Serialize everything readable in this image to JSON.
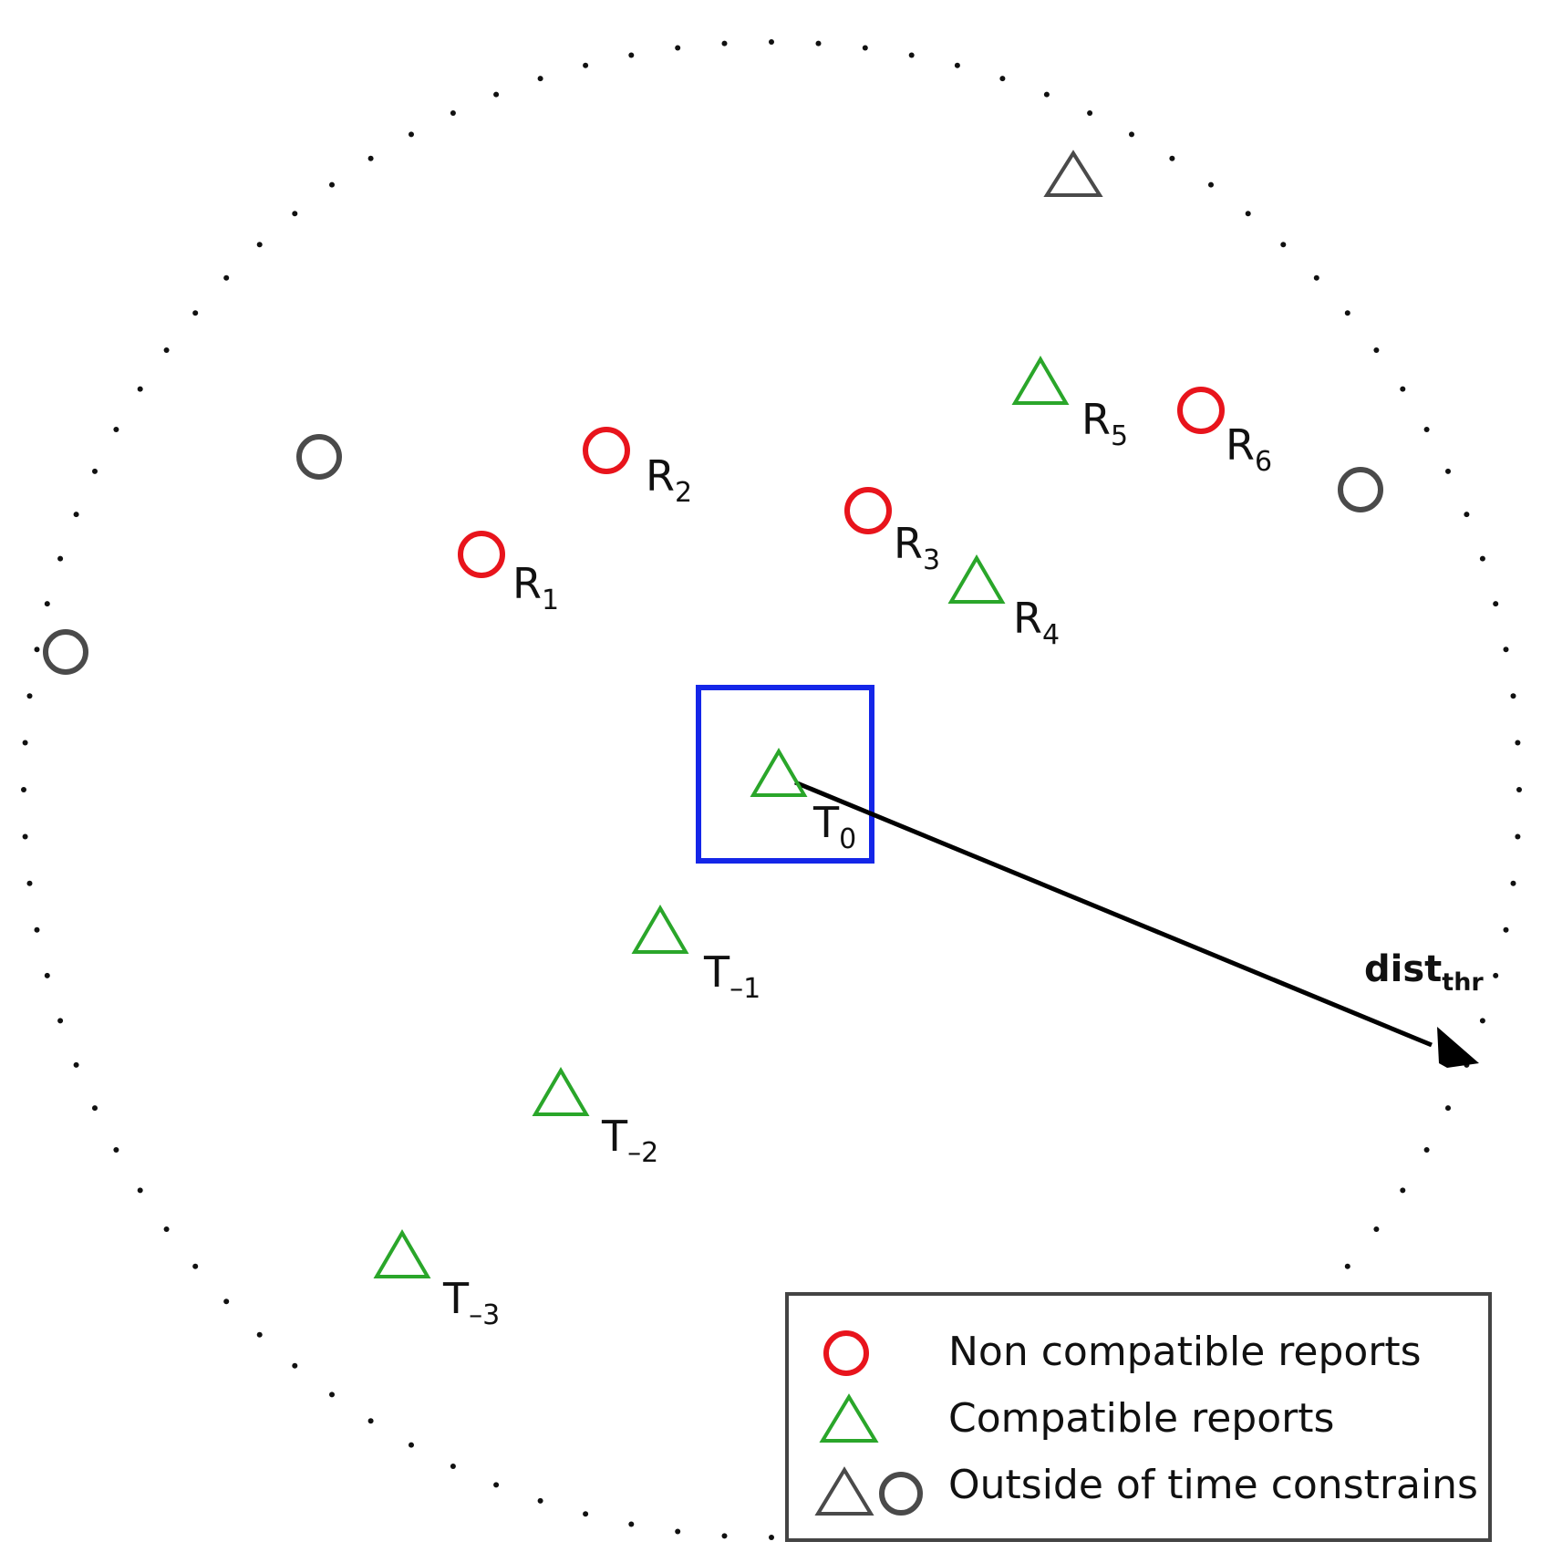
{
  "colors": {
    "non_compatible": "#e8141c",
    "compatible": "#2aa62a",
    "outside": "#4a4a4a",
    "selection_box": "#1426e8",
    "arrow": "#000000"
  },
  "labels": {
    "r1": {
      "base": "R",
      "sub": "1"
    },
    "r2": {
      "base": "R",
      "sub": "2"
    },
    "r3": {
      "base": "R",
      "sub": "3"
    },
    "r4": {
      "base": "R",
      "sub": "4"
    },
    "r5": {
      "base": "R",
      "sub": "5"
    },
    "r6": {
      "base": "R",
      "sub": "6"
    },
    "t0": {
      "base": "T",
      "sub": "0"
    },
    "tm1": {
      "base": "T",
      "sub": "–1"
    },
    "tm2": {
      "base": "T",
      "sub": "–2"
    },
    "tm3": {
      "base": "T",
      "sub": "–3"
    }
  },
  "distance_label": {
    "base": "dist",
    "sub": "thr"
  },
  "legend": {
    "non_compatible": "Non compatible reports",
    "compatible": "Compatible reports",
    "outside": "Outside of time constrains"
  }
}
